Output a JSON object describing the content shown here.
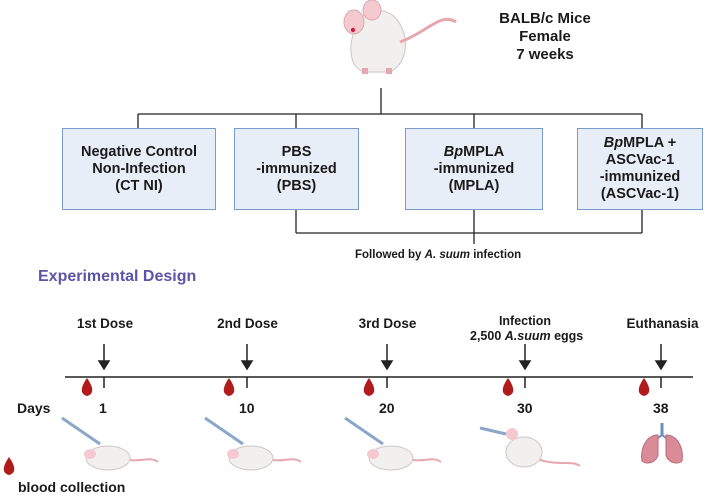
{
  "header": {
    "line1": "BALB/c Mice",
    "line2": "Female",
    "line3": "7 weeks"
  },
  "groups": [
    {
      "line1": "Negative Control",
      "line2": "Non-Infection",
      "line3": "(CT NI)",
      "line4": ""
    },
    {
      "line1": "PBS",
      "line2": "-immunized",
      "line3": "(PBS)",
      "line4": ""
    },
    {
      "line1_italic": "Bp",
      "line1": "MPLA",
      "line2": "-immunized",
      "line3": "(MPLA)",
      "line4": ""
    },
    {
      "line1_italic": "Bp",
      "line1": "MPLA +",
      "line2": "ASCVac-1",
      "line3": "-immunized",
      "line4": "(ASCVac-1)"
    }
  ],
  "infection_note": {
    "prefix": "Followed by ",
    "italic": "A. suum",
    "suffix": " infection"
  },
  "section_title": "Experimental Design",
  "timeline": {
    "days_label": "Days",
    "events": [
      {
        "label": "1st Dose",
        "label2": "",
        "day": "1"
      },
      {
        "label": "2nd Dose",
        "label2": "",
        "day": "10"
      },
      {
        "label": "3rd Dose",
        "label2": "",
        "day": "20"
      },
      {
        "label": "Infection",
        "label2_prefix": "2,500 ",
        "label2_italic": "A.suum",
        "label2_suffix": " eggs",
        "day": "30"
      },
      {
        "label": "Euthanasia",
        "label2": "",
        "day": "38"
      }
    ]
  },
  "legend": {
    "label": "blood collection",
    "icon": "blood-drop-icon"
  },
  "colors": {
    "box_fill": "#e8eef8",
    "box_border": "#7a9ccc",
    "title": "#5b55a8",
    "blood": "#b01c1c"
  }
}
